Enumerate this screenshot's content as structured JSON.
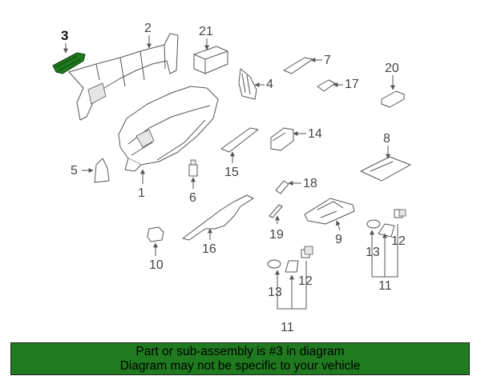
{
  "banner": {
    "line1": "Part or sub-assembly is #3 in diagram",
    "line2": "Diagram may not be specific to your vehicle",
    "background": "#1f7a1f"
  },
  "highlight_color": "#1f7a1f",
  "callouts": {
    "c1": "1",
    "c2": "2",
    "c3": "3",
    "c4": "4",
    "c5": "5",
    "c6": "6",
    "c7": "7",
    "c8": "8",
    "c9": "9",
    "c10": "10",
    "c11a": "11",
    "c11b": "11",
    "c12a": "12",
    "c12b": "12",
    "c13a": "13",
    "c13b": "13",
    "c14": "14",
    "c15": "15",
    "c16": "16",
    "c17": "17",
    "c18": "18",
    "c19": "19",
    "c20": "20",
    "c21": "21"
  }
}
